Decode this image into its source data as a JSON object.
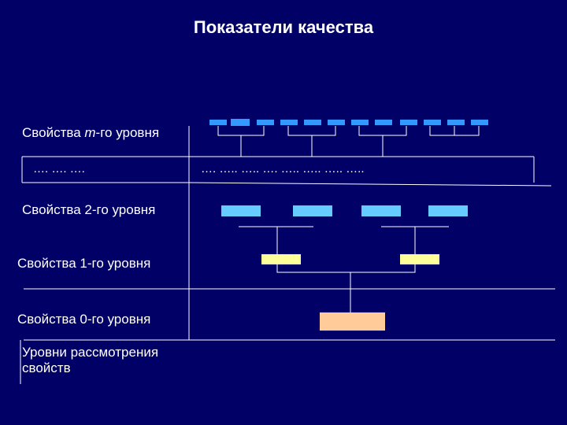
{
  "title": "Показатели качества",
  "levels": {
    "m": {
      "prefix": "Свойства ",
      "italic": "m",
      "suffix": "-го уровня"
    },
    "l2": "Свойства  2-го уровня",
    "l1": "Свойства  1-го уровня",
    "l0": "Свойства  0-го уровня"
  },
  "dots_left": "…. …. ….",
  "dots_right": "….  ….. ….. …. ….. ….. ….. …..",
  "footer": "Уровни рассмотрения свойств",
  "colors": {
    "background": "#000066",
    "m_box": "#3399FF",
    "l2_box": "#66CCFF",
    "l1_box": "#FFFF99",
    "l0_box": "#FFCC99",
    "lines": "#FFFFFF"
  }
}
